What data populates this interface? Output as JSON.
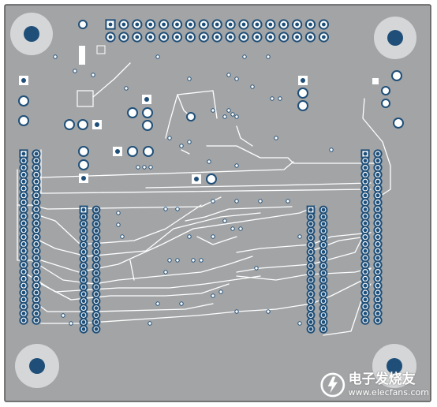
{
  "board": {
    "board_color": "#a2a4a6",
    "border_color": "#555555",
    "trace_color": "#ffffff",
    "pad_color": "#ffffff",
    "drill_color": "#1f4f78",
    "hole_ring_color": "#d4d6d8"
  },
  "watermark": {
    "text_cn": "电子发烧友",
    "text_url": "www.elecfans.com",
    "logo_icon": "elecfans-logo"
  }
}
